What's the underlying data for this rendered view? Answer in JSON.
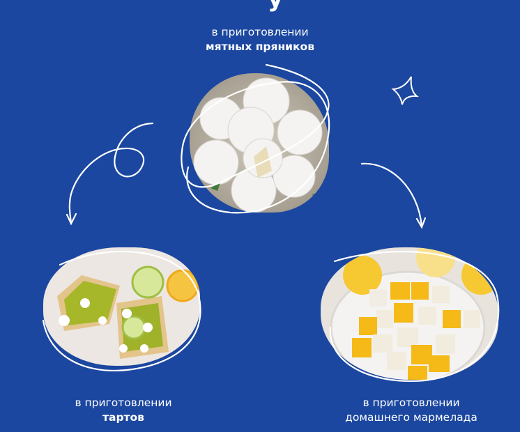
{
  "top_fragment": "у",
  "items": [
    {
      "line1": "в приготовлении",
      "line2": "мятных пряников",
      "image": "white-glazed-mint-gingerbread-photo"
    },
    {
      "line1": "в приготовлении",
      "line2": "тартов",
      "image": "lime-lemon-tart-photo"
    },
    {
      "line1": "в приготовлении",
      "line2": "домашнего мармелада",
      "image": "lemon-marmalade-cubes-photo"
    }
  ],
  "colors": {
    "background": "#1b47a0",
    "stroke": "#ffffff"
  }
}
